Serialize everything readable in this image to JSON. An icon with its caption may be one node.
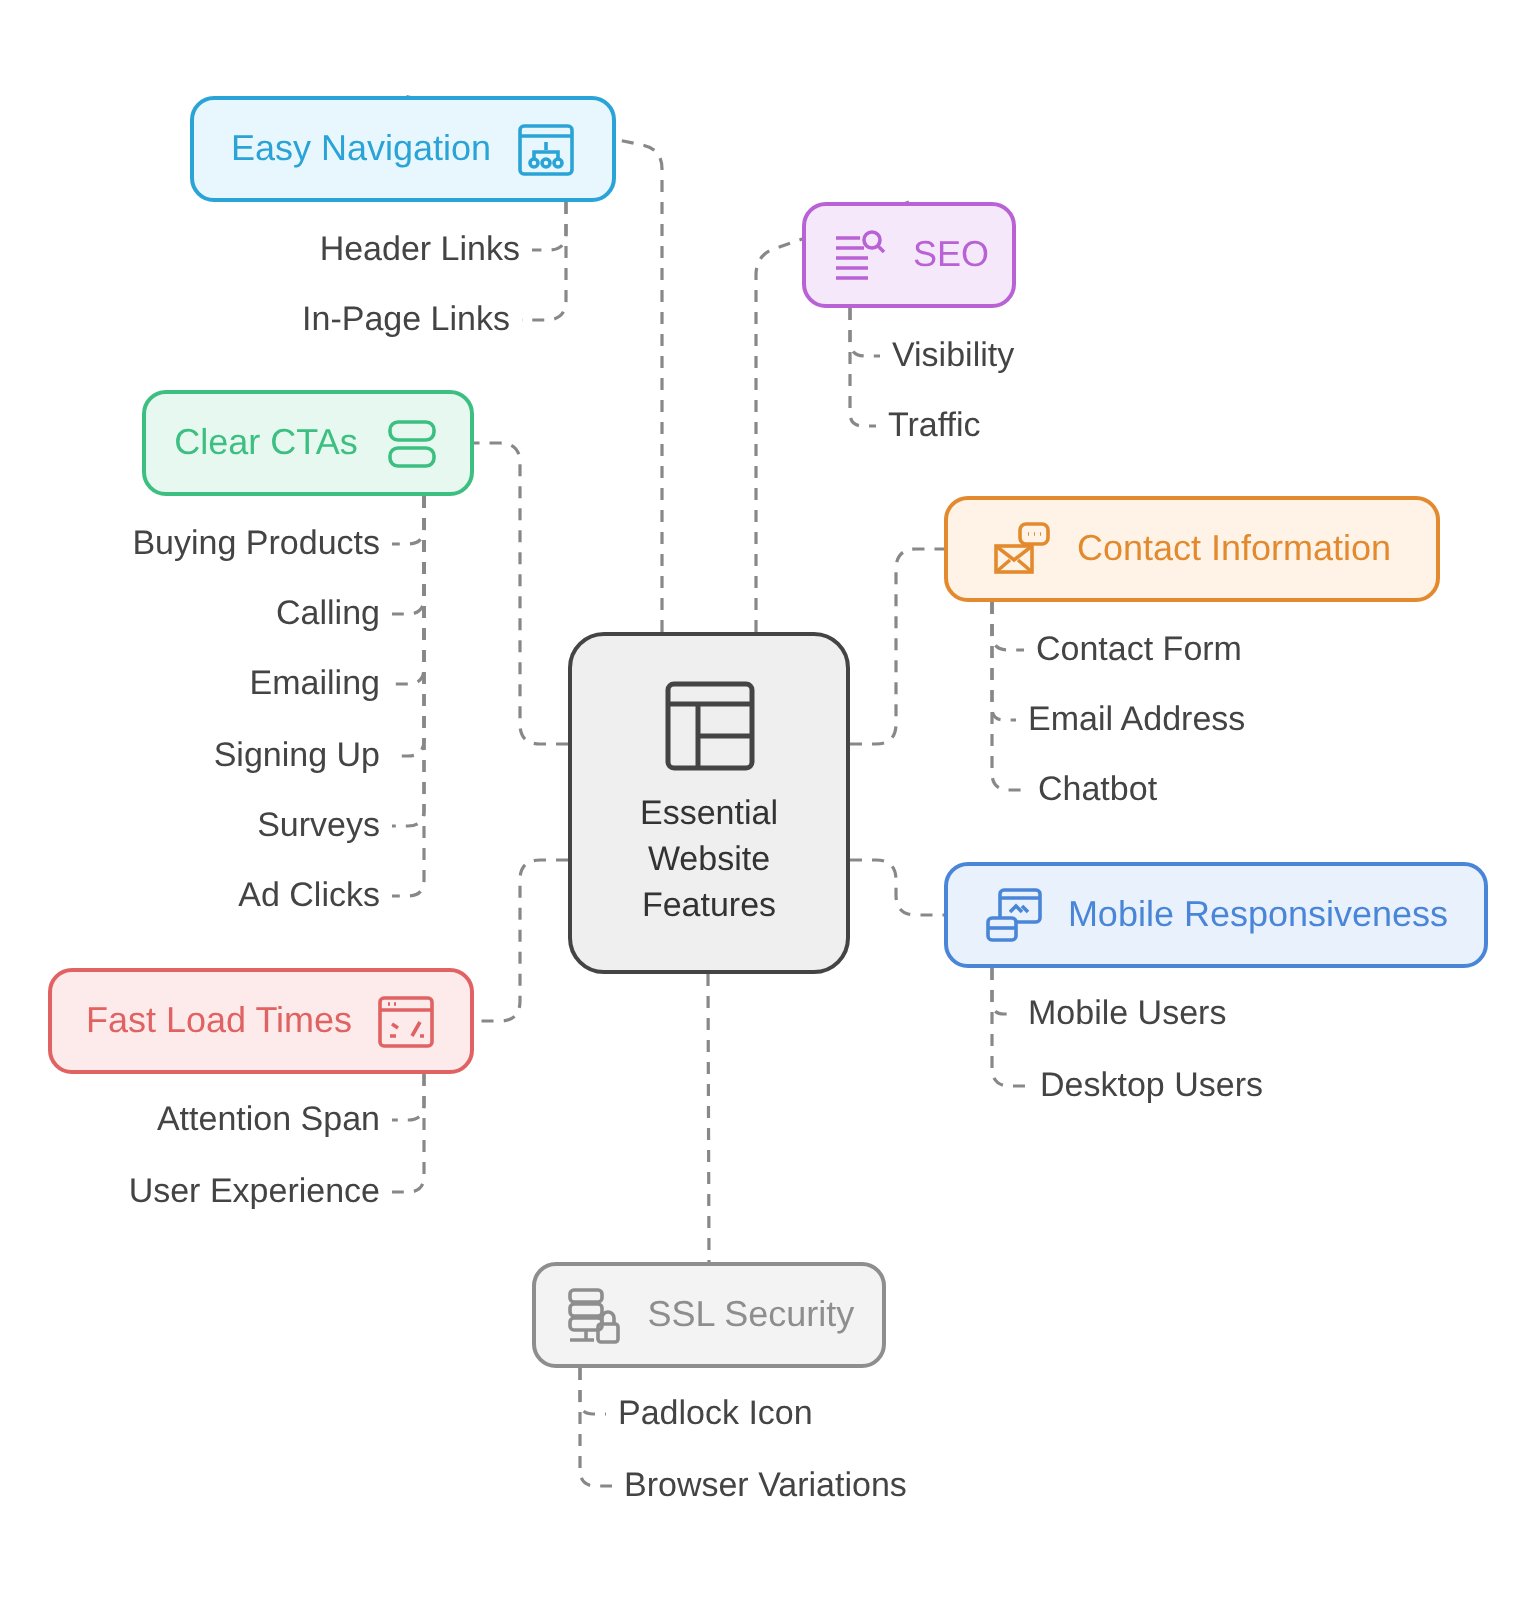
{
  "diagram": {
    "nodes": [
      {
        "text": [
          "Essential Website Features"
        ]
      },
      {
        "text": [
          "Easy Navigation"
        ]
      },
      {
        "text": [
          "Header Links"
        ]
      },
      {
        "text": [
          "In-Page Links"
        ]
      },
      {
        "text": [
          "SEO"
        ]
      },
      {
        "text": [
          "Visibility"
        ]
      },
      {
        "text": [
          "Traffic"
        ]
      },
      {
        "text": [
          "Contact Information"
        ]
      },
      {
        "text": [
          "Contact Form"
        ]
      },
      {
        "text": [
          "Email Address"
        ]
      },
      {
        "text": [
          "Chatbot"
        ]
      },
      {
        "text": [
          "Mobile Responsiveness"
        ]
      },
      {
        "text": [
          "Mobile Users"
        ]
      },
      {
        "text": [
          "Desktop Users"
        ]
      },
      {
        "text": [
          "Clear CTAs"
        ]
      },
      {
        "text": [
          "Buying Products"
        ]
      },
      {
        "text": [
          "Calling"
        ]
      },
      {
        "text": [
          "Emailing"
        ]
      },
      {
        "text": [
          "Signing Up"
        ]
      },
      {
        "text": [
          "Surveys"
        ]
      },
      {
        "text": [
          "Ad Clicks"
        ]
      },
      {
        "text": [
          "Fast Load Times"
        ]
      },
      {
        "text": [
          "Attention Span"
        ]
      },
      {
        "text": [
          "User Experience"
        ]
      },
      {
        "text": [
          "SSL Security"
        ]
      },
      {
        "text": [
          "Padlock Icon"
        ]
      },
      {
        "text": [
          "Browser Variations"
        ]
      }
    ],
    "edges": [
      {
        "from": 0,
        "to": 1,
        "arrow": "none",
        "style": "dashed"
      },
      {
        "from": 1,
        "to": 2,
        "arrow": "none",
        "style": "dashed"
      },
      {
        "from": 1,
        "to": 3,
        "arrow": "none",
        "style": "dashed"
      },
      {
        "from": 0,
        "to": 4,
        "arrow": "none",
        "style": "dashed"
      },
      {
        "from": 4,
        "to": 5,
        "arrow": "none",
        "style": "dashed"
      },
      {
        "from": 4,
        "to": 6,
        "arrow": "none",
        "style": "dashed"
      },
      {
        "from": 0,
        "to": 7,
        "arrow": "none",
        "style": "dashed"
      },
      {
        "from": 7,
        "to": 8,
        "arrow": "none",
        "style": "dashed"
      },
      {
        "from": 7,
        "to": 9,
        "arrow": "none",
        "style": "dashed"
      },
      {
        "from": 7,
        "to": 10,
        "arrow": "none",
        "style": "dashed"
      },
      {
        "from": 0,
        "to": 11,
        "arrow": "none",
        "style": "dashed"
      },
      {
        "from": 11,
        "to": 12,
        "arrow": "none",
        "style": "dashed"
      },
      {
        "from": 11,
        "to": 13,
        "arrow": "none",
        "style": "dashed"
      },
      {
        "from": 0,
        "to": 14,
        "arrow": "none",
        "style": "dashed"
      },
      {
        "from": 14,
        "to": 15,
        "arrow": "none",
        "style": "dashed"
      },
      {
        "from": 14,
        "to": 16,
        "arrow": "none",
        "style": "dashed"
      },
      {
        "from": 14,
        "to": 17,
        "arrow": "none",
        "style": "dashed"
      },
      {
        "from": 14,
        "to": 18,
        "arrow": "none",
        "style": "dashed"
      },
      {
        "from": 14,
        "to": 19,
        "arrow": "none",
        "style": "dashed"
      },
      {
        "from": 14,
        "to": 20,
        "arrow": "none",
        "style": "dashed"
      },
      {
        "from": 0,
        "to": 21,
        "arrow": "none",
        "style": "dashed"
      },
      {
        "from": 21,
        "to": 22,
        "arrow": "none",
        "style": "dashed"
      },
      {
        "from": 21,
        "to": 23,
        "arrow": "none",
        "style": "dashed"
      },
      {
        "from": 0,
        "to": 24,
        "arrow": "none",
        "style": "dashed"
      },
      {
        "from": 24,
        "to": 25,
        "arrow": "none",
        "style": "dashed"
      },
      {
        "from": 24,
        "to": 26,
        "arrow": "none",
        "style": "dashed"
      }
    ]
  }
}
